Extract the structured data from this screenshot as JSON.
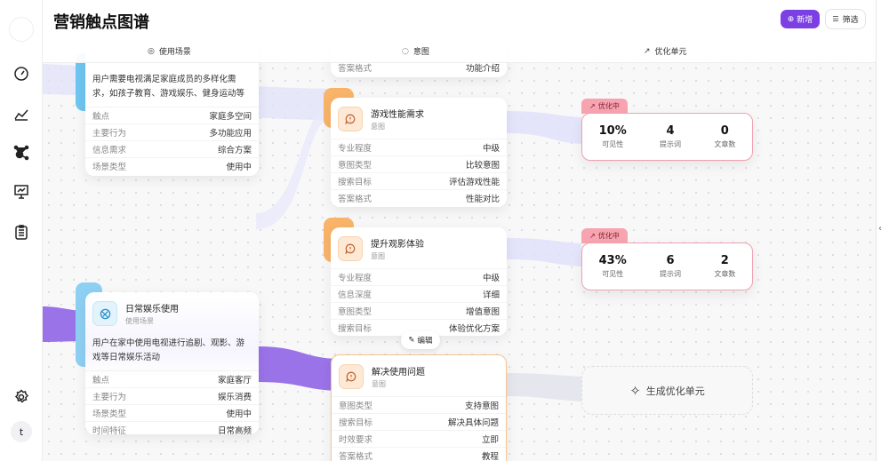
{
  "header": {
    "title": "营销触点图谱",
    "new_label": "新增",
    "filter_label": "筛选"
  },
  "columns": [
    {
      "label": "使用场景",
      "icon": "globe-icon"
    },
    {
      "label": "意图",
      "icon": "chat-icon"
    },
    {
      "label": "优化单元",
      "icon": "trend-icon"
    }
  ],
  "sidebar": {
    "items": [
      "dashboard-icon",
      "chart-icon",
      "graph-icon",
      "presentation-icon",
      "clipboard-icon"
    ],
    "settings": "gear-icon",
    "avatar": "t"
  },
  "scenes": [
    {
      "desc": "用户需要电视满足家庭成员的多样化需求，如孩子教育、游戏娱乐、健身运动等",
      "rows": [
        [
          "触点",
          "家庭多空间"
        ],
        [
          "主要行为",
          "多功能应用"
        ],
        [
          "信息需求",
          "综合方案"
        ],
        [
          "场景类型",
          "使用中"
        ]
      ]
    },
    {
      "title": "日常娱乐使用",
      "subtitle": "使用场景",
      "desc": "用户在家中使用电视进行追剧、观影、游戏等日常娱乐活动",
      "rows": [
        [
          "触点",
          "家庭客厅"
        ],
        [
          "主要行为",
          "娱乐消费"
        ],
        [
          "场景类型",
          "使用中"
        ],
        [
          "时间特征",
          "日常高频"
        ]
      ]
    }
  ],
  "intents": [
    {
      "rows": [
        [
          "答案格式",
          "功能介绍"
        ]
      ]
    },
    {
      "title": "游戏性能需求",
      "subtitle": "意图",
      "rows": [
        [
          "专业程度",
          "中级"
        ],
        [
          "意图类型",
          "比较意图"
        ],
        [
          "搜索目标",
          "评估游戏性能"
        ],
        [
          "答案格式",
          "性能对比"
        ]
      ]
    },
    {
      "title": "提升观影体验",
      "subtitle": "意图",
      "rows": [
        [
          "专业程度",
          "中级"
        ],
        [
          "信息深度",
          "详细"
        ],
        [
          "意图类型",
          "增值意图"
        ],
        [
          "搜索目标",
          "体验优化方案"
        ]
      ]
    },
    {
      "title": "解决使用问题",
      "subtitle": "意图",
      "rows": [
        [
          "意图类型",
          "支持意图"
        ],
        [
          "搜索目标",
          "解决具体问题"
        ],
        [
          "时效要求",
          "立即"
        ],
        [
          "答案格式",
          "教程"
        ]
      ]
    }
  ],
  "edit_label": "编辑",
  "units": [
    {
      "status": "优化中",
      "stats": [
        [
          "10%",
          "可见性"
        ],
        [
          "4",
          "提示词"
        ],
        [
          "0",
          "文章数"
        ]
      ]
    },
    {
      "status": "优化中",
      "stats": [
        [
          "43%",
          "可见性"
        ],
        [
          "6",
          "提示词"
        ],
        [
          "2",
          "文章数"
        ]
      ]
    }
  ],
  "generate_label": "生成优化单元",
  "colors": {
    "accent": "#7b3fe4",
    "scene": "#6ec6f0",
    "intent": "#f7a55a",
    "unit": "#f7a3b0"
  }
}
